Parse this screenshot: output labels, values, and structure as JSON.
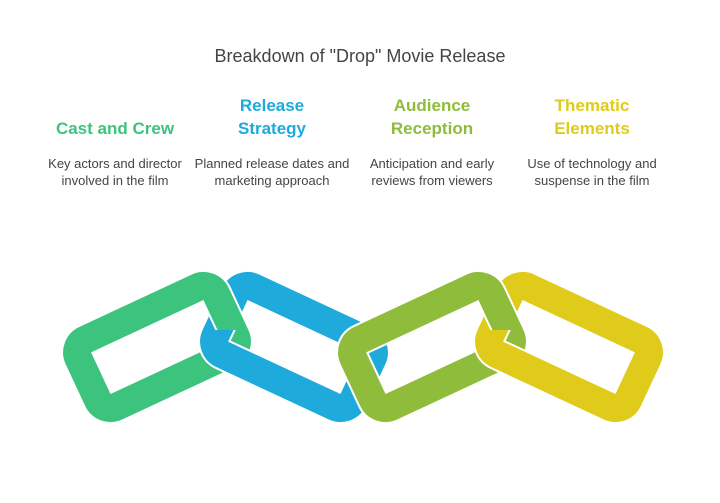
{
  "title": "Breakdown of \"Drop\" Movie Release",
  "items": [
    {
      "heading": "Cast and Crew",
      "description": "Key actors and director involved in the film",
      "color": "#3cc47f"
    },
    {
      "heading": "Release Strategy",
      "description": "Planned release dates and marketing approach",
      "color": "#1eaadb"
    },
    {
      "heading": "Audience Reception",
      "description": "Anticipation and early reviews from viewers",
      "color": "#8fbc3a"
    },
    {
      "heading": "Thematic Elements",
      "description": "Use of technology and suspense in the film",
      "color": "#e0cb1a"
    }
  ]
}
